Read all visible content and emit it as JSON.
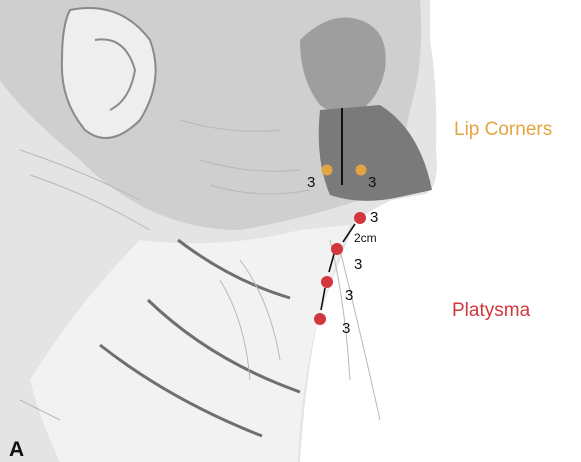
{
  "panel_label": "A",
  "legend": [
    {
      "label": "Lip Corners",
      "color": "#e3a53f"
    },
    {
      "label": "Platysma",
      "color": "#d2373d"
    }
  ],
  "injection_points": {
    "lip_corners": {
      "color": "#e3a53f",
      "dose_labels": [
        "3",
        "3"
      ]
    },
    "platysma": {
      "color": "#d2373d",
      "dose_labels": [
        "3",
        "3",
        "3",
        "3"
      ]
    }
  },
  "spacing_label": "2cm",
  "illustration": {
    "subject": "head-and-neck-profile-sketch",
    "skin_color": "#c9c9c9",
    "line_color": "#6f6f6f",
    "midline_color": "#111111"
  }
}
